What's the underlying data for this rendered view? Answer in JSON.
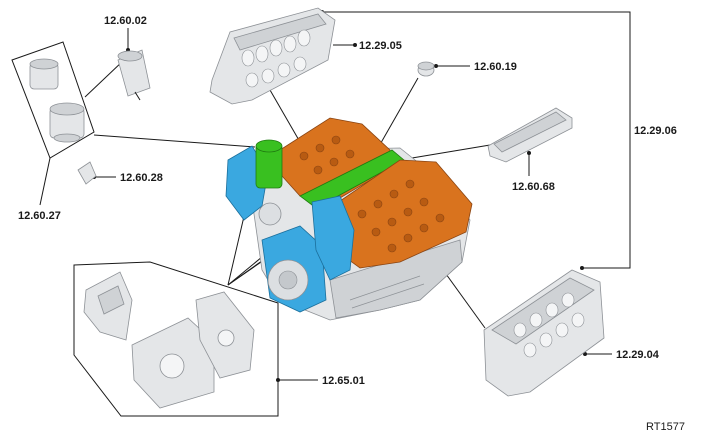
{
  "callouts": {
    "c_12_60_02": "12.60.02",
    "c_12_29_05": "12.29.05",
    "c_12_60_19": "12.60.19",
    "c_12_29_06": "12.29.06",
    "c_12_60_68": "12.60.68",
    "c_12_60_28": "12.60.28",
    "c_12_60_27": "12.60.27",
    "c_12_29_04": "12.29.04",
    "c_12_65_01": "12.65.01"
  },
  "reference_code": "RT1577",
  "colors": {
    "cylinder_heads": "#d9731e",
    "timing_covers": "#3aa8e0",
    "oil_filter": "#39c020",
    "engine_block": "#e4e6e8"
  }
}
